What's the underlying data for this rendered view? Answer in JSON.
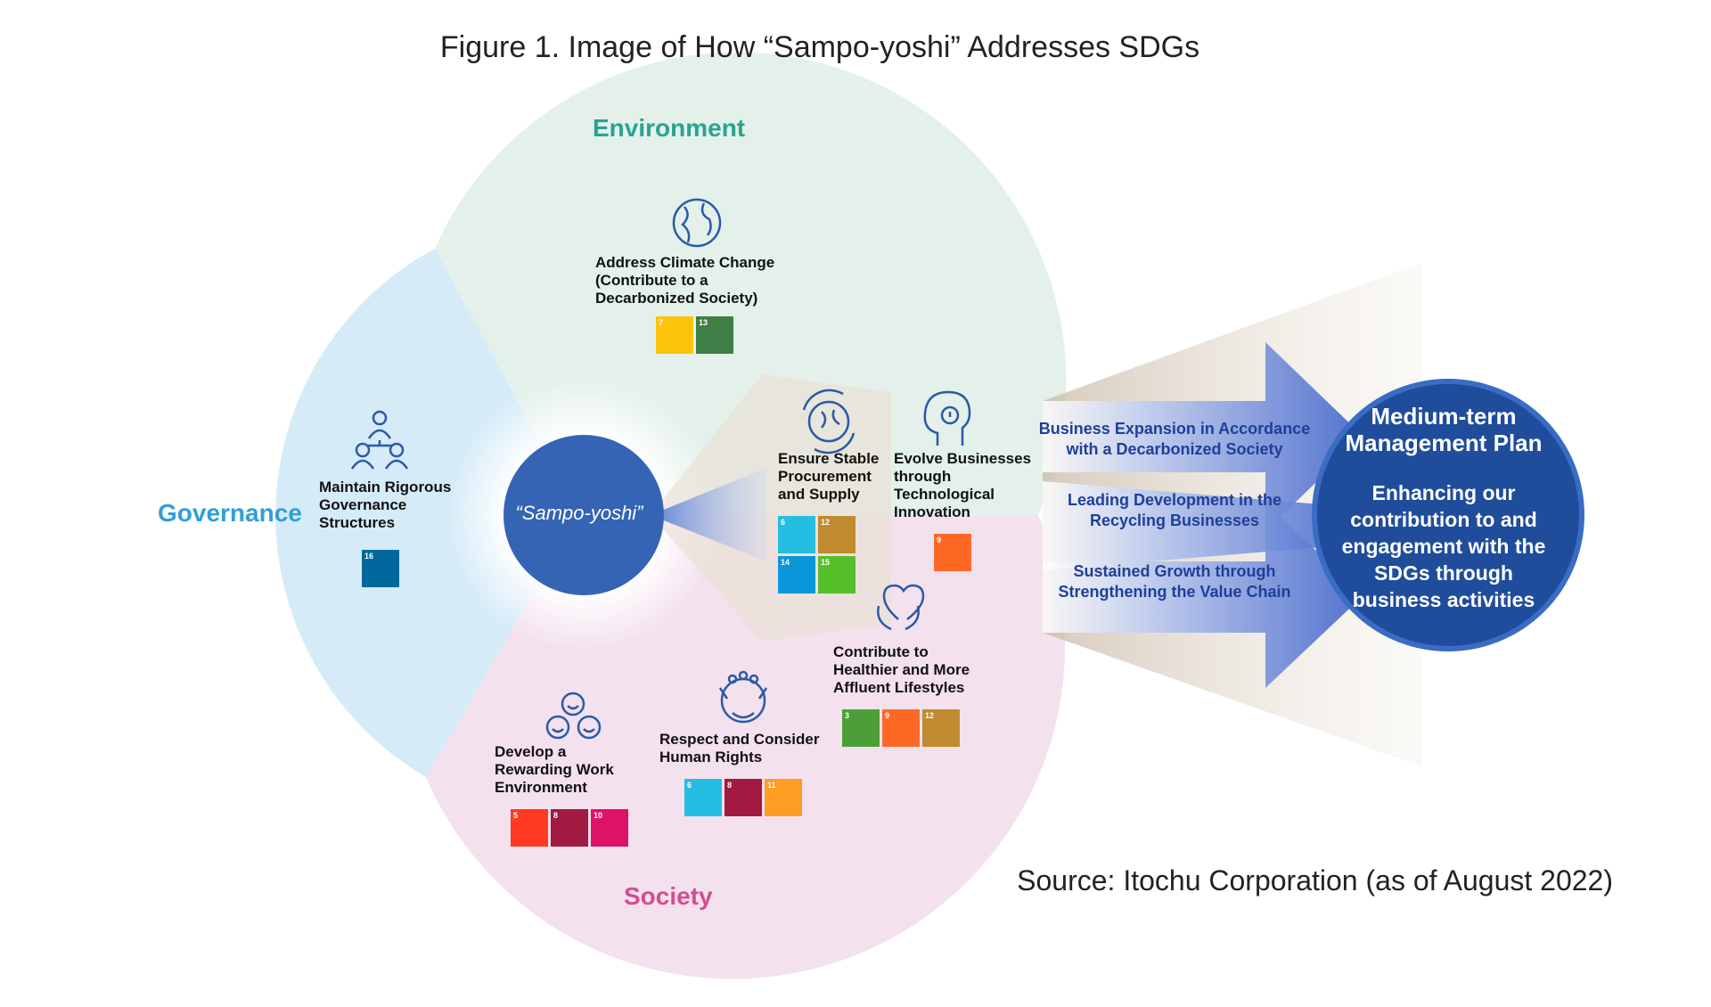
{
  "title": "Figure 1. Image of How “Sampo-yoshi” Addresses SDGs",
  "segments": {
    "environment": "Environment",
    "governance": "Governance",
    "society": "Society"
  },
  "center": "“Sampo-yoshi”",
  "blocks": {
    "climate": "Address Climate Change (Contribute to a Decarbonized Society)",
    "procurement": "Ensure Stable Procurement and Supply",
    "innovation": "Evolve Businesses through Technological Innovation",
    "governance": "Maintain Rigorous Governance Structures",
    "healthier": "Contribute to Healthier and More Affluent Lifestyles",
    "rights": "Respect and Consider Human Rights",
    "work": "Develop a Rewarding Work Environment"
  },
  "sdg_numbers": {
    "climate": [
      "7",
      "13"
    ],
    "procurement": [
      "6",
      "12",
      "14",
      "15"
    ],
    "innovation": [
      "9"
    ],
    "governance": [
      "16"
    ],
    "healthier": [
      "3",
      "9",
      "12"
    ],
    "rights": [
      "6",
      "8",
      "11"
    ],
    "work": [
      "5",
      "8",
      "10"
    ]
  },
  "sdg_colors": {
    "3": "#4c9f38",
    "5": "#ff3a21",
    "6": "#26bde2",
    "7": "#fcc30b",
    "8": "#a21942",
    "9": "#fd6925",
    "10": "#dd1367",
    "11": "#fd9d24",
    "12": "#bf8b2e",
    "13": "#3f7e44",
    "14": "#0a97d9",
    "15": "#56c02b",
    "16": "#00689d"
  },
  "arrows": [
    "Business Expansion in Accordance with a Decarbonized Society",
    "Leading Development in the Recycling Businesses",
    "Sustained Growth through Strengthening the Value Chain"
  ],
  "plan": {
    "title": "Medium-term Management Plan",
    "body": "Enhancing our contribution to and engagement with the SDGs through business activities"
  },
  "source": "Source: Itochu Corporation (as of August 2022)",
  "icons": [
    "globe-leaf-icon",
    "globe-cycle-icon",
    "head-bulb-icon",
    "people-hierarchy-icon",
    "heart-hands-icon",
    "people-globe-icon",
    "smiling-faces-icon"
  ],
  "colors": {
    "environment": "#e3f1ea",
    "governance": "#d5ebf8",
    "society": "#f3e1ee",
    "center": "#3464b3",
    "plan": "#1f4d9c",
    "arrow": "#3f63c9"
  }
}
